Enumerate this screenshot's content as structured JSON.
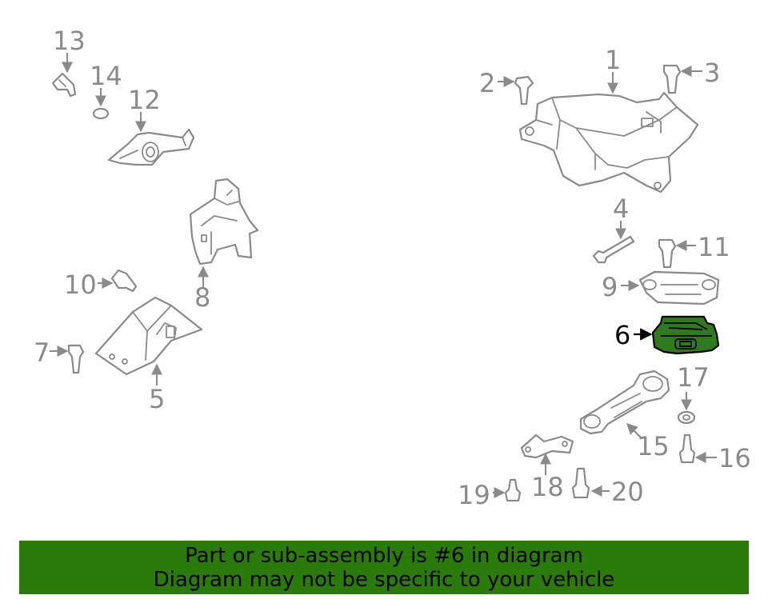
{
  "callouts": {
    "c1": "1",
    "c2": "2",
    "c3": "3",
    "c4": "4",
    "c5": "5",
    "c6": "6",
    "c7": "7",
    "c8": "8",
    "c9": "9",
    "c10": "10",
    "c11": "11",
    "c12": "12",
    "c13": "13",
    "c14": "14",
    "c15": "15",
    "c16": "16",
    "c17": "17",
    "c18": "18",
    "c19": "19",
    "c20": "20"
  },
  "highlighted_part": "6",
  "colors": {
    "line": "#8a8a8a",
    "highlight_fill": "#2f7a1f",
    "banner_bg": "#2a7a0c"
  },
  "banner": {
    "line1": "Part or sub-assembly is #6 in diagram",
    "line2": "Diagram may not be specific to your vehicle"
  }
}
